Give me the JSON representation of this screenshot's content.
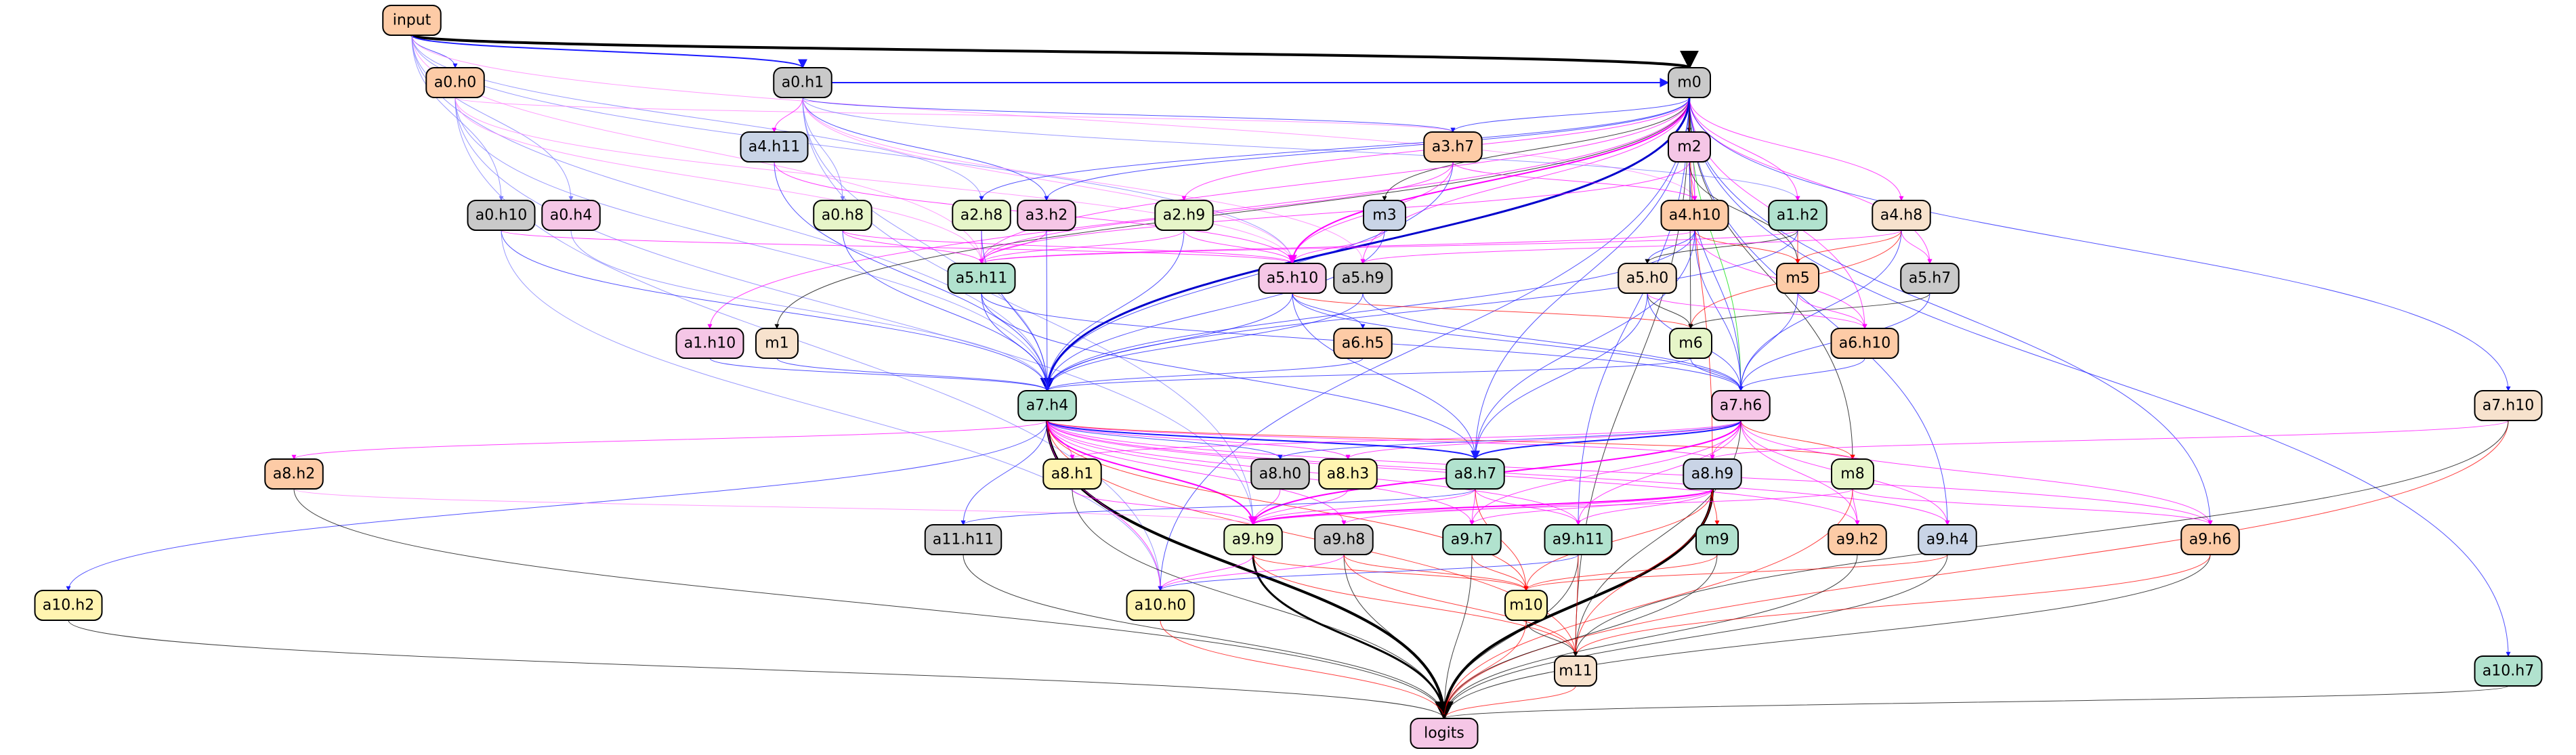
{
  "colors": {
    "orange": "#fdcba6",
    "gray": "#c9c9c9",
    "blue": "#c9d4e6",
    "pink": "#f5c6e6",
    "yellowgreen": "#e6f5c8",
    "green": "#b1e2ce",
    "yellow": "#fff4b0",
    "beige": "#f7e2cd"
  },
  "nodes": [
    {
      "id": "input",
      "label": "input",
      "color": "orange"
    },
    {
      "id": "a0.h0",
      "label": "a0.h0",
      "color": "orange"
    },
    {
      "id": "a0.h1",
      "label": "a0.h1",
      "color": "gray"
    },
    {
      "id": "m0",
      "label": "m0",
      "color": "gray"
    },
    {
      "id": "a4.h11",
      "label": "a4.h11",
      "color": "blue"
    },
    {
      "id": "a3.h7",
      "label": "a3.h7",
      "color": "orange"
    },
    {
      "id": "m2",
      "label": "m2",
      "color": "pink"
    },
    {
      "id": "a0.h10",
      "label": "a0.h10",
      "color": "gray"
    },
    {
      "id": "a0.h4",
      "label": "a0.h4",
      "color": "pink"
    },
    {
      "id": "a0.h8",
      "label": "a0.h8",
      "color": "yellowgreen"
    },
    {
      "id": "a2.h8",
      "label": "a2.h8",
      "color": "yellowgreen"
    },
    {
      "id": "a3.h2",
      "label": "a3.h2",
      "color": "pink"
    },
    {
      "id": "a2.h9",
      "label": "a2.h9",
      "color": "yellowgreen"
    },
    {
      "id": "m3",
      "label": "m3",
      "color": "blue"
    },
    {
      "id": "a4.h10",
      "label": "a4.h10",
      "color": "orange"
    },
    {
      "id": "a1.h2",
      "label": "a1.h2",
      "color": "green"
    },
    {
      "id": "a4.h8",
      "label": "a4.h8",
      "color": "beige"
    },
    {
      "id": "a5.h11",
      "label": "a5.h11",
      "color": "green"
    },
    {
      "id": "a5.h10",
      "label": "a5.h10",
      "color": "pink"
    },
    {
      "id": "a5.h9",
      "label": "a5.h9",
      "color": "gray"
    },
    {
      "id": "a5.h0",
      "label": "a5.h0",
      "color": "beige"
    },
    {
      "id": "m5",
      "label": "m5",
      "color": "orange"
    },
    {
      "id": "a5.h7",
      "label": "a5.h7",
      "color": "gray"
    },
    {
      "id": "a1.h10",
      "label": "a1.h10",
      "color": "pink"
    },
    {
      "id": "m1",
      "label": "m1",
      "color": "beige"
    },
    {
      "id": "a6.h5",
      "label": "a6.h5",
      "color": "orange"
    },
    {
      "id": "m6",
      "label": "m6",
      "color": "yellowgreen"
    },
    {
      "id": "a6.h10",
      "label": "a6.h10",
      "color": "orange"
    },
    {
      "id": "a7.h4",
      "label": "a7.h4",
      "color": "green"
    },
    {
      "id": "a7.h6",
      "label": "a7.h6",
      "color": "pink"
    },
    {
      "id": "a7.h10",
      "label": "a7.h10",
      "color": "beige"
    },
    {
      "id": "a8.h2",
      "label": "a8.h2",
      "color": "orange"
    },
    {
      "id": "a8.h1",
      "label": "a8.h1",
      "color": "yellow"
    },
    {
      "id": "a8.h0",
      "label": "a8.h0",
      "color": "gray"
    },
    {
      "id": "a8.h3",
      "label": "a8.h3",
      "color": "yellow"
    },
    {
      "id": "a8.h7",
      "label": "a8.h7",
      "color": "green"
    },
    {
      "id": "a8.h9",
      "label": "a8.h9",
      "color": "blue"
    },
    {
      "id": "m8",
      "label": "m8",
      "color": "yellowgreen"
    },
    {
      "id": "a10.h2",
      "label": "a10.h2",
      "color": "yellow"
    },
    {
      "id": "a11.h11",
      "label": "a11.h11",
      "color": "gray"
    },
    {
      "id": "a9.h9",
      "label": "a9.h9",
      "color": "yellowgreen"
    },
    {
      "id": "a9.h8",
      "label": "a9.h8",
      "color": "gray"
    },
    {
      "id": "a9.h7",
      "label": "a9.h7",
      "color": "green"
    },
    {
      "id": "a9.h11",
      "label": "a9.h11",
      "color": "green"
    },
    {
      "id": "m9",
      "label": "m9",
      "color": "green"
    },
    {
      "id": "a9.h2",
      "label": "a9.h2",
      "color": "orange"
    },
    {
      "id": "a9.h4",
      "label": "a9.h4",
      "color": "blue"
    },
    {
      "id": "a9.h6",
      "label": "a9.h6",
      "color": "orange"
    },
    {
      "id": "a10.h0",
      "label": "a10.h0",
      "color": "yellow"
    },
    {
      "id": "m10",
      "label": "m10",
      "color": "yellow"
    },
    {
      "id": "m11",
      "label": "m11",
      "color": "beige"
    },
    {
      "id": "a10.h7",
      "label": "a10.h7",
      "color": "green"
    },
    {
      "id": "logits",
      "label": "logits",
      "color": "pink"
    }
  ],
  "edges": [
    [
      "input",
      "m0",
      "#000",
      4
    ],
    [
      "input",
      "a0.h1",
      "#1a1aff",
      2
    ],
    [
      "input",
      "a0.h0",
      "#1a1aff",
      1
    ],
    [
      "input",
      "a0.h10",
      "#7a7aff",
      1
    ],
    [
      "input",
      "a0.h4",
      "#7a7aff",
      1
    ],
    [
      "input",
      "a7.h4",
      "#7a7aff",
      1
    ],
    [
      "input",
      "a2.h8",
      "#7a7aff",
      1
    ],
    [
      "input",
      "a5.h11",
      "#ff7aff",
      1
    ],
    [
      "input",
      "a4.h10",
      "#ff7aff",
      1
    ],
    [
      "input",
      "a5.h10",
      "#7a7aff",
      1
    ],
    [
      "a0.h0",
      "a7.h4",
      "#7a7aff",
      1
    ],
    [
      "a0.h0",
      "a10.h0",
      "#7a7aff",
      1
    ],
    [
      "a0.h0",
      "a3.h7",
      "#ff7aff",
      1
    ],
    [
      "a0.h0",
      "a5.h11",
      "#ff7aff",
      1
    ],
    [
      "a0.h0",
      "a9.h9",
      "#7a7aff",
      1
    ],
    [
      "a0.h0",
      "a5.h10",
      "#ff7aff",
      1
    ],
    [
      "a0.h1",
      "m0",
      "#1a1aff",
      2
    ],
    [
      "a0.h1",
      "a4.h11",
      "#ff00ff",
      1
    ],
    [
      "a0.h1",
      "a3.h7",
      "#1a1aff",
      1
    ],
    [
      "a0.h1",
      "a0.h8",
      "#7a7aff",
      1
    ],
    [
      "a0.h1",
      "a3.h2",
      "#1a1aff",
      1
    ],
    [
      "a0.h1",
      "a7.h4",
      "#7a7aff",
      1
    ],
    [
      "a0.h1",
      "a9.h9",
      "#7a7aff",
      1
    ],
    [
      "a0.h1",
      "a5.h10",
      "#ff7aff",
      1
    ],
    [
      "a0.h1",
      "a5.h9",
      "#ff7aff",
      1
    ],
    [
      "a0.h1",
      "a1.h2",
      "#7a7aff",
      1
    ],
    [
      "m0",
      "m2",
      "#000",
      1
    ],
    [
      "m0",
      "a3.h7",
      "#1a1aff",
      1
    ],
    [
      "m0",
      "m3",
      "#000",
      1
    ],
    [
      "m0",
      "a4.h10",
      "#ff00ff",
      1
    ],
    [
      "m0",
      "a1.h2",
      "#ff00ff",
      1
    ],
    [
      "m0",
      "a4.h8",
      "#ff00ff",
      1
    ],
    [
      "m0",
      "a5.h7",
      "#ff00ff",
      1
    ],
    [
      "m0",
      "a2.h8",
      "#1a1aff",
      1
    ],
    [
      "m0",
      "a3.h2",
      "#1a1aff",
      1
    ],
    [
      "m0",
      "a2.h9",
      "#ff00ff",
      1
    ],
    [
      "m0",
      "a5.h11",
      "#ff00ff",
      1
    ],
    [
      "m0",
      "a5.h10",
      "#ff00ff",
      2
    ],
    [
      "m0",
      "a5.h9",
      "#ff00ff",
      1
    ],
    [
      "m0",
      "m1",
      "#000",
      1
    ],
    [
      "m0",
      "a1.h10",
      "#ff00ff",
      1
    ],
    [
      "m0",
      "a7.h4",
      "#0000cc",
      3
    ],
    [
      "m0",
      "a7.h6",
      "#00dd00",
      1
    ],
    [
      "m0",
      "m6",
      "#000",
      1
    ],
    [
      "m0",
      "a6.h10",
      "#ff00ff",
      1
    ],
    [
      "m0",
      "a7.h10",
      "#1a1aff",
      1
    ],
    [
      "m0",
      "a10.h7",
      "#1a1aff",
      1
    ],
    [
      "m0",
      "a9.h6",
      "#1a1aff",
      1
    ],
    [
      "m0",
      "a9.h4",
      "#1a1aff",
      1
    ],
    [
      "m0",
      "m8",
      "#000",
      1
    ],
    [
      "m0",
      "a8.h9",
      "#ff0000",
      1
    ],
    [
      "m0",
      "a9.h11",
      "#1a1aff",
      1
    ],
    [
      "m0",
      "m11",
      "#000",
      1
    ],
    [
      "m0",
      "a8.h7",
      "#1a1aff",
      1
    ],
    [
      "m0",
      "a10.h0",
      "#1a1aff",
      1
    ],
    [
      "a4.h11",
      "a7.h4",
      "#1a1aff",
      1
    ],
    [
      "a4.h11",
      "a5.h10",
      "#ff00ff",
      1
    ],
    [
      "a3.h7",
      "a5.h11",
      "#ff00ff",
      1
    ],
    [
      "a3.h7",
      "a4.h10",
      "#ff00ff",
      1
    ],
    [
      "a3.h7",
      "a7.h4",
      "#1a1aff",
      1
    ],
    [
      "a3.h7",
      "a5.h10",
      "#ff00ff",
      1
    ],
    [
      "m2",
      "a4.h10",
      "#ff00ff",
      1
    ],
    [
      "m2",
      "m5",
      "#000",
      1
    ],
    [
      "m2",
      "a7.h6",
      "#1a1aff",
      1
    ],
    [
      "m2",
      "a5.h11",
      "#ff00ff",
      1
    ],
    [
      "a0.h10",
      "a7.h4",
      "#1a1aff",
      1
    ],
    [
      "a0.h10",
      "a10.h0",
      "#7a7aff",
      1
    ],
    [
      "a0.h10",
      "a5.h10",
      "#ff00ff",
      1
    ],
    [
      "a0.h4",
      "a7.h4",
      "#7a7aff",
      1
    ],
    [
      "a0.h8",
      "a5.h11",
      "#ff00ff",
      1
    ],
    [
      "a0.h8",
      "a7.h4",
      "#1a1aff",
      1
    ],
    [
      "a0.h8",
      "a5.h10",
      "#ff00ff",
      1
    ],
    [
      "a2.h8",
      "a5.h11",
      "#ff00ff",
      1
    ],
    [
      "a2.h8",
      "a7.h4",
      "#1a1aff",
      1
    ],
    [
      "a3.h2",
      "a5.h11",
      "#ff00ff",
      1
    ],
    [
      "a3.h2",
      "a7.h4",
      "#1a1aff",
      1
    ],
    [
      "a2.h9",
      "a5.h11",
      "#ff00ff",
      1
    ],
    [
      "a2.h9",
      "a7.h4",
      "#1a1aff",
      1
    ],
    [
      "a2.h9",
      "a5.h10",
      "#ff00ff",
      1
    ],
    [
      "m3",
      "a5.h10",
      "#ff00ff",
      1
    ],
    [
      "m3",
      "a7.h4",
      "#1a1aff",
      1
    ],
    [
      "a4.h10",
      "a5.h0",
      "#1a1aff",
      1
    ],
    [
      "a4.h10",
      "m5",
      "#ff0000",
      1
    ],
    [
      "a4.h10",
      "a6.h10",
      "#ff00ff",
      1
    ],
    [
      "a4.h10",
      "a7.h4",
      "#1a1aff",
      1
    ],
    [
      "a4.h10",
      "a7.h6",
      "#1a1aff",
      1
    ],
    [
      "a4.h10",
      "a5.h11",
      "#ff00ff",
      1
    ],
    [
      "a4.h10",
      "a8.h7",
      "#1a1aff",
      1
    ],
    [
      "a1.h2",
      "m5",
      "#ff0000",
      1
    ],
    [
      "a1.h2",
      "a5.h0",
      "#000",
      1
    ],
    [
      "a1.h2",
      "a5.h11",
      "#ff00ff",
      1
    ],
    [
      "a1.h2",
      "a7.h4",
      "#1a1aff",
      1
    ],
    [
      "a4.h8",
      "m5",
      "#ff0000",
      1
    ],
    [
      "a4.h8",
      "a5.h7",
      "#ff00ff",
      1
    ],
    [
      "a4.h8",
      "m6",
      "#ff0000",
      1
    ],
    [
      "a4.h8",
      "a7.h6",
      "#1a1aff",
      1
    ],
    [
      "a4.h8",
      "a5.h9",
      "#ff00ff",
      1
    ],
    [
      "a5.h11",
      "a7.h4",
      "#1a1aff",
      1
    ],
    [
      "a5.h11",
      "a7.h6",
      "#1a1aff",
      1
    ],
    [
      "a5.h11",
      "a8.h7",
      "#1a1aff",
      1
    ],
    [
      "a5.h10",
      "a6.h5",
      "#1a1aff",
      1
    ],
    [
      "a5.h10",
      "a7.h4",
      "#1a1aff",
      1
    ],
    [
      "a5.h10",
      "m6",
      "#ff0000",
      1
    ],
    [
      "a5.h10",
      "a7.h6",
      "#1a1aff",
      1
    ],
    [
      "a5.h10",
      "a8.h7",
      "#1a1aff",
      1
    ],
    [
      "a5.h9",
      "a7.h4",
      "#1a1aff",
      1
    ],
    [
      "a5.h9",
      "a7.h6",
      "#1a1aff",
      1
    ],
    [
      "a5.h0",
      "m6",
      "#000",
      1
    ],
    [
      "a5.h0",
      "a6.h10",
      "#ff00ff",
      1
    ],
    [
      "a5.h0",
      "a7.h6",
      "#1a1aff",
      1
    ],
    [
      "a5.h0",
      "a8.h7",
      "#1a1aff",
      1
    ],
    [
      "m5",
      "a6.h10",
      "#ff00ff",
      1
    ],
    [
      "m5",
      "a7.h6",
      "#1a1aff",
      1
    ],
    [
      "a5.h7",
      "m6",
      "#000",
      1
    ],
    [
      "a5.h7",
      "a7.h6",
      "#1a1aff",
      1
    ],
    [
      "a1.h10",
      "a7.h4",
      "#1a1aff",
      1
    ],
    [
      "m1",
      "a7.h4",
      "#1a1aff",
      1
    ],
    [
      "a6.h5",
      "a7.h4",
      "#1a1aff",
      1
    ],
    [
      "m6",
      "a7.h4",
      "#1a1aff",
      1
    ],
    [
      "m6",
      "a7.h6",
      "#1a1aff",
      1
    ],
    [
      "a6.h10",
      "a7.h6",
      "#1a1aff",
      1
    ],
    [
      "a7.h4",
      "logits",
      "#000",
      4
    ],
    [
      "a7.h4",
      "a8.h2",
      "#ff00ff",
      1
    ],
    [
      "a7.h4",
      "a10.h2",
      "#1a1aff",
      1
    ],
    [
      "a7.h4",
      "a8.h1",
      "#ff00ff",
      1
    ],
    [
      "a7.h4",
      "a8.h0",
      "#1a1aff",
      1
    ],
    [
      "a7.h4",
      "a8.h3",
      "#ff00ff",
      1
    ],
    [
      "a7.h4",
      "a8.h7",
      "#1a1aff",
      2
    ],
    [
      "a7.h4",
      "a8.h9",
      "#ff00ff",
      1
    ],
    [
      "a7.h4",
      "m8",
      "#ff0000",
      1
    ],
    [
      "a7.h4",
      "a11.h11",
      "#1a1aff",
      1
    ],
    [
      "a7.h4",
      "a9.h9",
      "#ff00ff",
      2
    ],
    [
      "a7.h4",
      "a9.h8",
      "#ff00ff",
      1
    ],
    [
      "a7.h4",
      "a9.h7",
      "#ff00ff",
      1
    ],
    [
      "a7.h4",
      "a9.h11",
      "#ff00ff",
      1
    ],
    [
      "a7.h4",
      "a9.h2",
      "#ff00ff",
      1
    ],
    [
      "a7.h4",
      "a9.h4",
      "#ff00ff",
      1
    ],
    [
      "a7.h4",
      "a9.h6",
      "#ff00ff",
      1
    ],
    [
      "a7.h4",
      "a10.h0",
      "#ff00ff",
      1
    ],
    [
      "a7.h4",
      "m10",
      "#ff0000",
      1
    ],
    [
      "a7.h4",
      "m11",
      "#ff0000",
      1
    ],
    [
      "a7.h6",
      "a8.h1",
      "#ff00ff",
      1
    ],
    [
      "a7.h6",
      "a8.h3",
      "#ff00ff",
      1
    ],
    [
      "a7.h6",
      "a8.h7",
      "#1a1aff",
      2
    ],
    [
      "a7.h6",
      "a8.h9",
      "#ff00ff",
      1
    ],
    [
      "a7.h6",
      "m8",
      "#ff0000",
      1
    ],
    [
      "a7.h6",
      "a9.h9",
      "#ff00ff",
      2
    ],
    [
      "a7.h6",
      "a9.h7",
      "#ff00ff",
      1
    ],
    [
      "a7.h6",
      "a9.h11",
      "#ff00ff",
      1
    ],
    [
      "a7.h6",
      "a9.h2",
      "#ff00ff",
      1
    ],
    [
      "a7.h6",
      "a9.h4",
      "#ff00ff",
      1
    ],
    [
      "a7.h6",
      "a9.h6",
      "#ff00ff",
      1
    ],
    [
      "a7.h6",
      "m11",
      "#000",
      1
    ],
    [
      "a7.h6",
      "a8.h0",
      "#1a1aff",
      1
    ],
    [
      "a7.h10",
      "a8.h9",
      "#ff00ff",
      1
    ],
    [
      "a7.h10",
      "logits",
      "#ff0000",
      1
    ],
    [
      "a7.h10",
      "m11",
      "#000",
      1
    ],
    [
      "a8.h2",
      "logits",
      "#000",
      1
    ],
    [
      "a8.h2",
      "a9.h9",
      "#ff7aff",
      1
    ],
    [
      "a8.h1",
      "logits",
      "#000",
      1
    ],
    [
      "a8.h1",
      "a9.h9",
      "#ff00ff",
      1
    ],
    [
      "a8.h0",
      "a9.h9",
      "#ff00ff",
      1
    ],
    [
      "a8.h3",
      "a9.h9",
      "#ff00ff",
      1
    ],
    [
      "a8.h7",
      "a11.h11",
      "#1a1aff",
      1
    ],
    [
      "a8.h7",
      "a9.h9",
      "#ff00ff",
      1
    ],
    [
      "a8.h7",
      "a9.h7",
      "#ff00ff",
      1
    ],
    [
      "a8.h7",
      "a9.h11",
      "#ff00ff",
      1
    ],
    [
      "a8.h7",
      "m10",
      "#ff0000",
      1
    ],
    [
      "a8.h9",
      "logits",
      "#000",
      4
    ],
    [
      "a8.h9",
      "a9.h9",
      "#ff00ff",
      2
    ],
    [
      "a8.h9",
      "m9",
      "#ff0000",
      1
    ],
    [
      "a8.h9",
      "a9.h7",
      "#ff00ff",
      1
    ],
    [
      "a8.h9",
      "a9.h11",
      "#ff00ff",
      1
    ],
    [
      "a8.h9",
      "m10",
      "#ff0000",
      1
    ],
    [
      "a8.h9",
      "m11",
      "#ff0000",
      1
    ],
    [
      "a8.h9",
      "a9.h8",
      "#ff00ff",
      1
    ],
    [
      "m8",
      "a9.h2",
      "#ff00ff",
      1
    ],
    [
      "m8",
      "logits",
      "#ff0000",
      1
    ],
    [
      "m8",
      "a9.h9",
      "#ff00ff",
      1
    ],
    [
      "m8",
      "a9.h6",
      "#ff00ff",
      1
    ],
    [
      "a10.h2",
      "logits",
      "#000",
      1
    ],
    [
      "a11.h11",
      "logits",
      "#000",
      1
    ],
    [
      "a9.h9",
      "logits",
      "#000",
      3
    ],
    [
      "a9.h9",
      "a10.h0",
      "#ff00ff",
      1
    ],
    [
      "a9.h9",
      "m10",
      "#ff0000",
      1
    ],
    [
      "a9.h9",
      "m11",
      "#ff0000",
      1
    ],
    [
      "a9.h8",
      "logits",
      "#000",
      1
    ],
    [
      "a9.h8",
      "m10",
      "#ff0000",
      1
    ],
    [
      "a9.h8",
      "m11",
      "#ff0000",
      1
    ],
    [
      "a9.h8",
      "a10.h0",
      "#ff00ff",
      1
    ],
    [
      "a9.h7",
      "logits",
      "#000",
      1
    ],
    [
      "a9.h7",
      "m10",
      "#ff0000",
      1
    ],
    [
      "a9.h11",
      "logits",
      "#000",
      1
    ],
    [
      "a9.h11",
      "m11",
      "#ff0000",
      1
    ],
    [
      "a9.h11",
      "a10.h0",
      "#1a1aff",
      1
    ],
    [
      "m9",
      "logits",
      "#000",
      1
    ],
    [
      "m9",
      "m10",
      "#ff0000",
      1
    ],
    [
      "a9.h2",
      "logits",
      "#000",
      1
    ],
    [
      "a9.h4",
      "logits",
      "#000",
      1
    ],
    [
      "a9.h4",
      "m10",
      "#ff0000",
      1
    ],
    [
      "a9.h6",
      "logits",
      "#000",
      1
    ],
    [
      "a9.h6",
      "m11",
      "#ff0000",
      1
    ],
    [
      "a10.h0",
      "logits",
      "#ff0000",
      1
    ],
    [
      "m10",
      "m11",
      "#000",
      1
    ],
    [
      "m10",
      "logits",
      "#ff0000",
      1
    ],
    [
      "m11",
      "logits",
      "#ff0000",
      1
    ],
    [
      "a10.h7",
      "logits",
      "#000",
      1
    ]
  ]
}
